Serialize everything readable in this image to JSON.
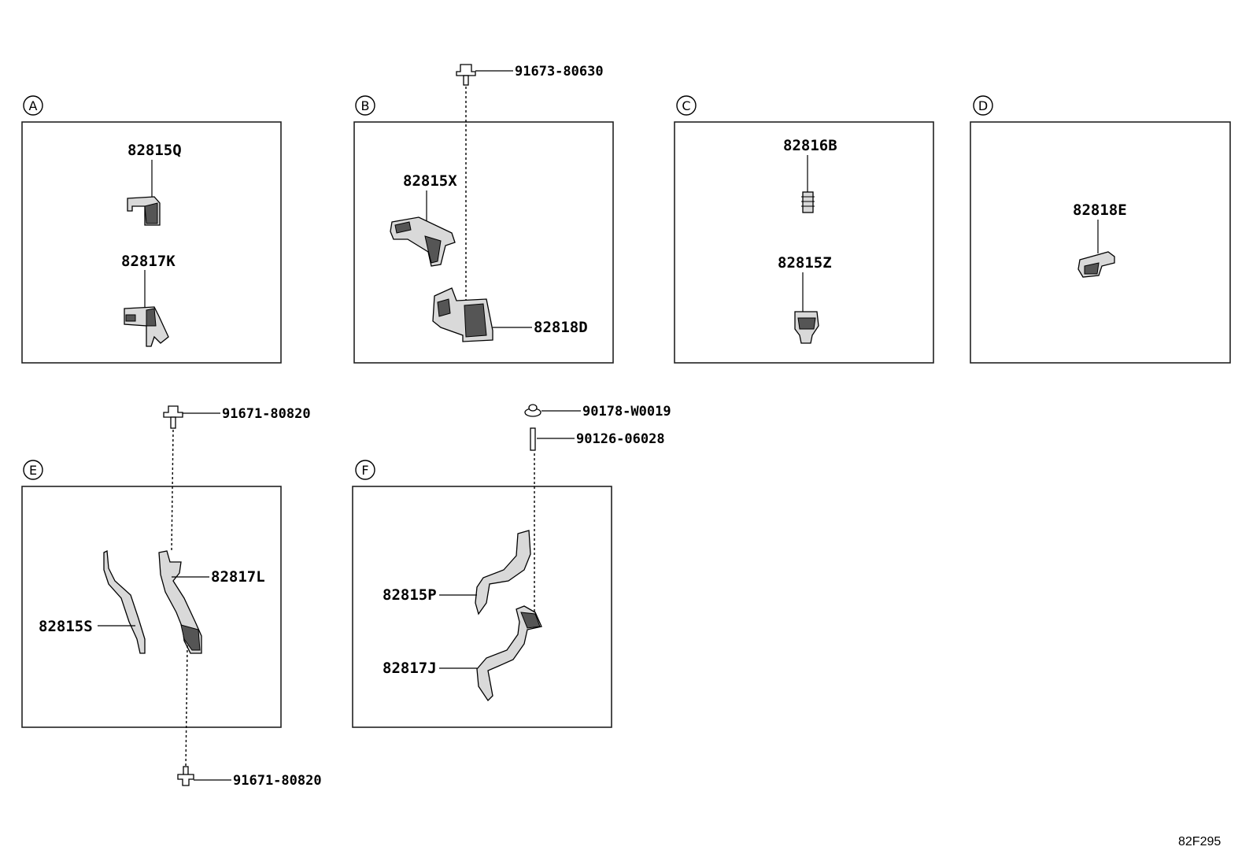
{
  "sections": {
    "A": {
      "label": "A",
      "parts": [
        "82815Q",
        "82817K"
      ]
    },
    "B": {
      "label": "B",
      "parts": [
        "82815X",
        "82818D"
      ],
      "fasteners": [
        "91673-80630"
      ]
    },
    "C": {
      "label": "C",
      "parts": [
        "82816B",
        "82815Z"
      ]
    },
    "D": {
      "label": "D",
      "parts": [
        "82818E"
      ]
    },
    "E": {
      "label": "E",
      "parts": [
        "82817L",
        "82815S"
      ],
      "fasteners": [
        "91671-80820",
        "91671-80820"
      ]
    },
    "F": {
      "label": "F",
      "parts": [
        "82815P",
        "82817J"
      ],
      "fasteners": [
        "90178-W0019",
        "90126-06028"
      ]
    }
  },
  "diagram_code": "82F295"
}
